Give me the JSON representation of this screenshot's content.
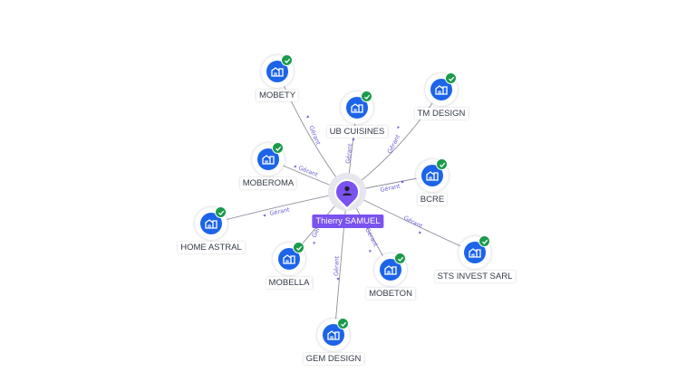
{
  "center": {
    "name": "Thierry SAMUEL",
    "icon": "person-icon",
    "color": "#7a52f0"
  },
  "relationship_label": "Gérant",
  "companies": [
    {
      "name": "MOBETY",
      "icon": "building-icon",
      "verified_icon": "check-icon"
    },
    {
      "name": "UB CUISINES",
      "icon": "building-icon",
      "verified_icon": "check-icon"
    },
    {
      "name": "TM DESIGN",
      "icon": "building-icon",
      "verified_icon": "check-icon"
    },
    {
      "name": "MOBEROMA",
      "icon": "building-icon",
      "verified_icon": "check-icon"
    },
    {
      "name": "BCRE",
      "icon": "building-icon",
      "verified_icon": "check-icon"
    },
    {
      "name": "HOME ASTRAL",
      "icon": "building-icon",
      "verified_icon": "check-icon"
    },
    {
      "name": "STS INVEST SARL",
      "icon": "building-icon",
      "verified_icon": "check-icon"
    },
    {
      "name": "MOBELLA",
      "icon": "building-icon",
      "verified_icon": "check-icon"
    },
    {
      "name": "MOBETON",
      "icon": "building-icon",
      "verified_icon": "check-icon"
    },
    {
      "name": "GEM DESIGN",
      "icon": "building-icon",
      "verified_icon": "check-icon"
    }
  ],
  "colors": {
    "company": "#1c64e8",
    "verified": "#1a9b4b",
    "edge_label": "#6b5fd6"
  }
}
